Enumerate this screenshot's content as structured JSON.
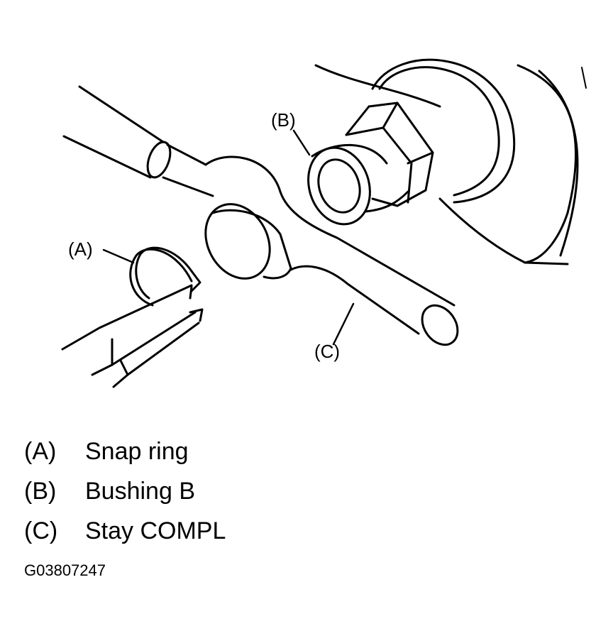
{
  "callouts": {
    "a": "(A)",
    "b": "(B)",
    "c": "(C)"
  },
  "legend": [
    {
      "key": "(A)",
      "text": "Snap ring"
    },
    {
      "key": "(B)",
      "text": "Bushing B"
    },
    {
      "key": "(C)",
      "text": "Stay COMPL"
    }
  ],
  "figure_code": "G03807247",
  "colors": {
    "ink": "#000000",
    "paper": "#ffffff"
  }
}
